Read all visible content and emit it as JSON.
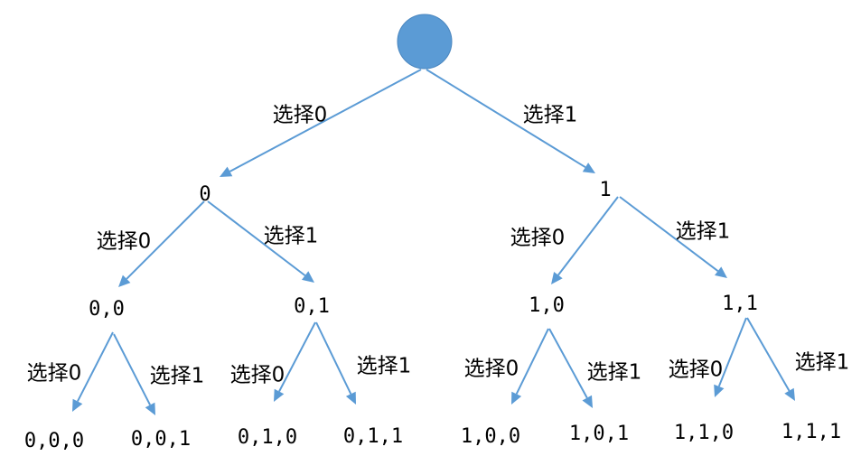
{
  "root": {
    "color": "#5b9bd5"
  },
  "edge_color": "#5b9bd5",
  "nodes": [
    {
      "id": "n0",
      "label": "0"
    },
    {
      "id": "n1",
      "label": "1"
    },
    {
      "id": "n00",
      "label": "0,0"
    },
    {
      "id": "n01",
      "label": "0,1"
    },
    {
      "id": "n10",
      "label": "1,0"
    },
    {
      "id": "n11",
      "label": "1,1"
    },
    {
      "id": "n000",
      "label": "0,0,0"
    },
    {
      "id": "n001",
      "label": "0,0,1"
    },
    {
      "id": "n010",
      "label": "0,1,0"
    },
    {
      "id": "n011",
      "label": "0,1,1"
    },
    {
      "id": "n100",
      "label": "1,0,0"
    },
    {
      "id": "n101",
      "label": "1,0,1"
    },
    {
      "id": "n110",
      "label": "1,1,0"
    },
    {
      "id": "n111",
      "label": "1,1,1"
    }
  ],
  "edges": [
    {
      "from": "root",
      "to": "n0",
      "label": "选择0"
    },
    {
      "from": "root",
      "to": "n1",
      "label": "选择1"
    },
    {
      "from": "n0",
      "to": "n00",
      "label": "选择0"
    },
    {
      "from": "n0",
      "to": "n01",
      "label": "选择1"
    },
    {
      "from": "n1",
      "to": "n10",
      "label": "选择0"
    },
    {
      "from": "n1",
      "to": "n11",
      "label": "选择1"
    },
    {
      "from": "n00",
      "to": "n000",
      "label": "选择0"
    },
    {
      "from": "n00",
      "to": "n001",
      "label": "选择1"
    },
    {
      "from": "n01",
      "to": "n010",
      "label": "选择0"
    },
    {
      "from": "n01",
      "to": "n011",
      "label": "选择1"
    },
    {
      "from": "n10",
      "to": "n100",
      "label": "选择0"
    },
    {
      "from": "n10",
      "to": "n101",
      "label": "选择1"
    },
    {
      "from": "n11",
      "to": "n110",
      "label": "选择0"
    },
    {
      "from": "n11",
      "to": "n111",
      "label": "选择1"
    }
  ]
}
